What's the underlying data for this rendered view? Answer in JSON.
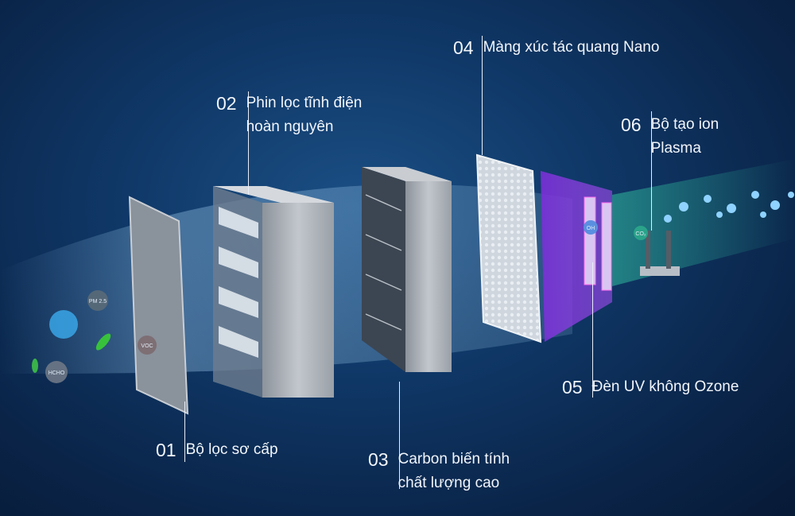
{
  "components": [
    {
      "number": "01",
      "lines": [
        "Bộ lọc sơ cấp"
      ]
    },
    {
      "number": "02",
      "lines": [
        "Phin lọc tĩnh điện",
        "hoàn nguyên"
      ]
    },
    {
      "number": "03",
      "lines": [
        "Carbon biến tính",
        "chất lượng cao"
      ]
    },
    {
      "number": "04",
      "lines": [
        "Màng xúc tác quang Nano"
      ]
    },
    {
      "number": "05",
      "lines": [
        "Đèn UV không Ozone"
      ]
    },
    {
      "number": "06",
      "lines": [
        "Bộ tạo ion",
        "Plasma"
      ]
    }
  ],
  "molecules": {
    "pm": "PM 2.5",
    "voc": "VOC",
    "hcho": "HCHO",
    "oh": "OH",
    "co2": "CO₂"
  },
  "colors": {
    "background": "#0f3766",
    "uv": "#8a3ee0",
    "plasma": "#2fb59a",
    "text": "#f2f6fb"
  }
}
